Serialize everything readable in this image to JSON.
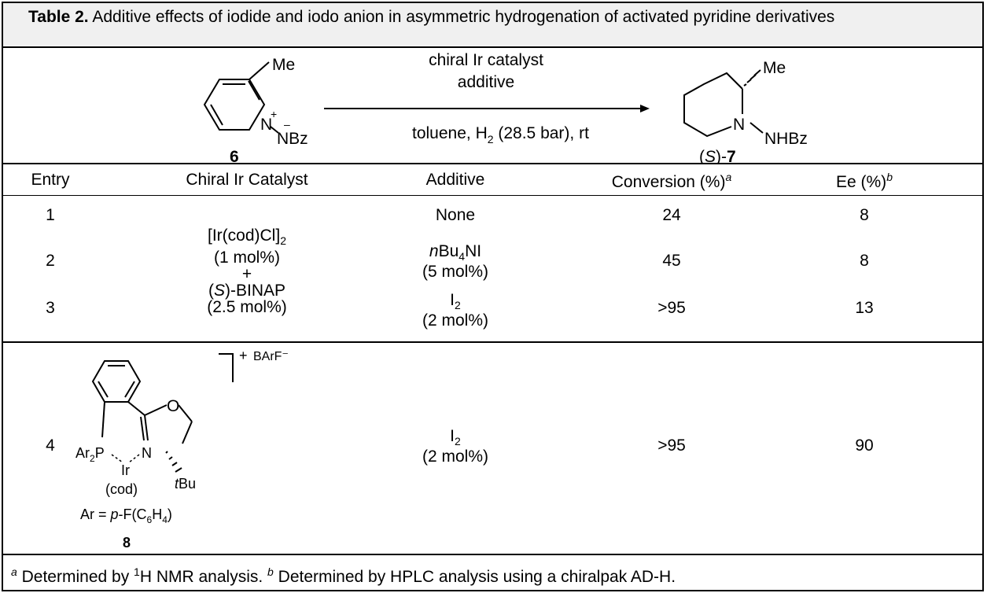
{
  "caption": {
    "label": "Table 2.",
    "text": " Additive effects of iodide and iodo anion in asymmetric hydrogenation of activated pyridine derivatives"
  },
  "scheme": {
    "substrate": {
      "me": "Me",
      "n_plus": "N",
      "plus": "+",
      "minus": "–",
      "nbz": "NBz",
      "id": "6"
    },
    "arrow_top1": "chiral Ir catalyst",
    "arrow_top2": "additive",
    "arrow_bottom_pre": "toluene, H",
    "arrow_bottom_sub": "2",
    "arrow_bottom_post": " (28.5 bar), rt",
    "product": {
      "me": "Me",
      "n": "N",
      "nhbz": "NHBz",
      "id_open": "(",
      "id_s": "S",
      "id_close": ")-",
      "id_num": "7"
    }
  },
  "headers": {
    "entry": "Entry",
    "catalyst": "Chiral Ir Catalyst",
    "additive": "Additive",
    "conversion": "Conversion (%)",
    "conversion_sup": "a",
    "ee": "Ee (%)",
    "ee_sup": "b"
  },
  "catalyst_group": {
    "line1_pre": "[Ir(cod)Cl]",
    "line1_sub": "2",
    "line2": "(1 mol%)",
    "line3": "+",
    "line4_pre": "(",
    "line4_s": "S",
    "line4_post": ")-BINAP",
    "line5": "(2.5 mol%)"
  },
  "rows": [
    {
      "entry": "1",
      "additive": "None",
      "conversion": "24",
      "ee": "8"
    },
    {
      "entry": "2",
      "additive_pre": "n",
      "additive_main": "Bu",
      "additive_sub": "4",
      "additive_post": "NI",
      "additive_line2": "(5 mol%)",
      "conversion": "45",
      "ee": "8"
    },
    {
      "entry": "3",
      "additive_main": "I",
      "additive_sub": "2",
      "additive_line2": "(2 mol%)",
      "conversion": ">95",
      "ee": "13"
    },
    {
      "entry": "4",
      "additive_main": "I",
      "additive_sub": "2",
      "additive_line2": "(2 mol%)",
      "conversion": ">95",
      "ee": "90"
    }
  ],
  "catalyst8": {
    "o": "O",
    "plus": "+",
    "counter": "BArF⁻",
    "ar2p_pre": "Ar",
    "ar2p_sub": "2",
    "ar2p_post": "P",
    "ir": "Ir",
    "n": "N",
    "cod": "(cod)",
    "tbu_t": "t",
    "tbu": "Bu",
    "ar_def_pre": "Ar = ",
    "ar_def_p": "p",
    "ar_def_mid": "-F(C",
    "ar_def_sub1": "6",
    "ar_def_h": "H",
    "ar_def_sub2": "4",
    "ar_def_close": ")",
    "id": "8"
  },
  "footnote": {
    "a": "a",
    "a_text_pre": " Determined by ",
    "a_sup": "1",
    "a_text_post": "H NMR analysis. ",
    "b": "b",
    "b_text": " Determined by HPLC analysis using a chiralpak AD-H."
  }
}
